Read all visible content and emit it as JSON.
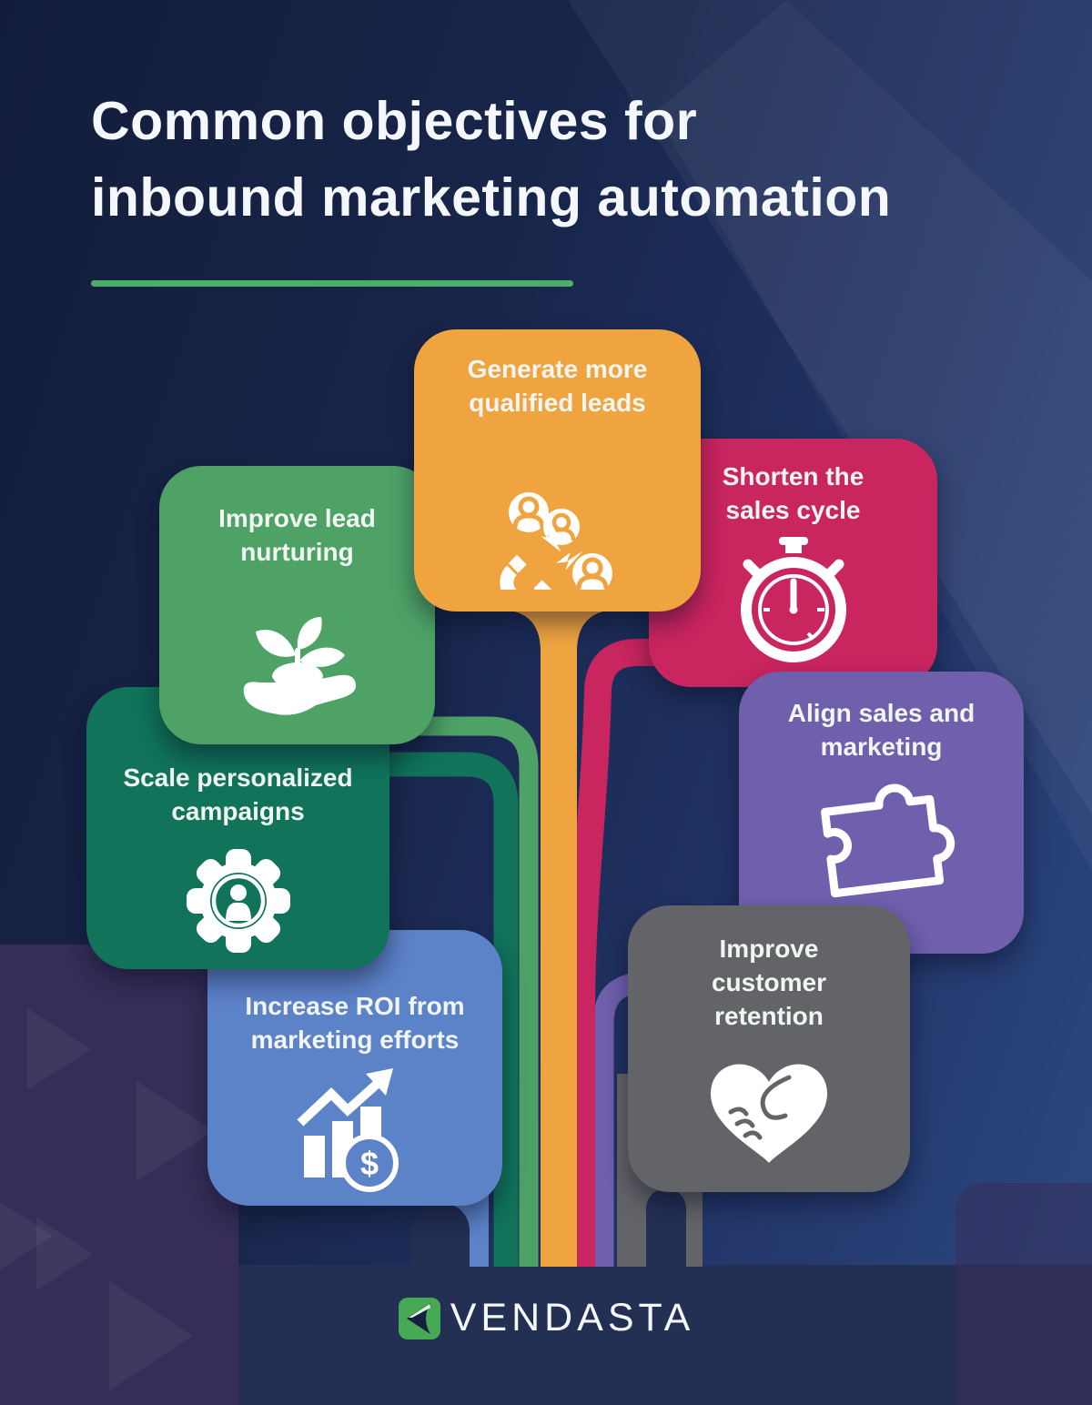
{
  "header": {
    "title_line1": "Common objectives for",
    "title_line2": "inbound marketing automation",
    "underline_color": "#4caf68"
  },
  "background": {
    "base_dark": "#131d3b",
    "base_light": "#2c4a82",
    "bottom_band": "#242f54",
    "purple_zone": "#362e59"
  },
  "cards": [
    {
      "id": "leads",
      "title": "Generate more qualified leads",
      "color": "#efa440",
      "icon": "magnet-users-icon"
    },
    {
      "id": "nurturing",
      "title": "Improve lead nurturing",
      "color": "#4ea266",
      "icon": "hand-plant-icon"
    },
    {
      "id": "sales-cycle",
      "title": "Shorten the sales cycle",
      "color": "#c9255f",
      "icon": "stopwatch-icon"
    },
    {
      "id": "campaigns",
      "title": "Scale personalized campaigns",
      "color": "#10735a",
      "icon": "gear-person-icon"
    },
    {
      "id": "align",
      "title": "Align sales and marketing",
      "color": "#6f5fad",
      "icon": "puzzle-piece-icon"
    },
    {
      "id": "roi",
      "title": "Increase ROI from marketing efforts",
      "color": "#5c82c8",
      "icon": "chart-dollar-icon"
    },
    {
      "id": "retention",
      "title": "Improve customer retention",
      "color": "#636467",
      "icon": "handshake-heart-icon"
    }
  ],
  "icons": {
    "dollar_symbol": "$"
  },
  "logo": {
    "text": "VENDASTA",
    "icon": "vendasta-logo-icon",
    "icon_color": "#47a855"
  }
}
